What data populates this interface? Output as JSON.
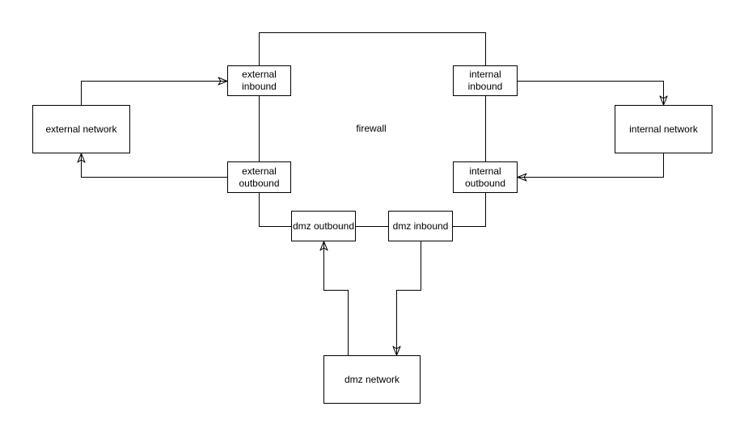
{
  "diagram": {
    "firewall_label": "firewall",
    "colors": {
      "stroke": "#000000",
      "text": "#000000",
      "node_fill": "#ffffff",
      "canvas_background": "#ffffff"
    },
    "nodes": {
      "external_network": {
        "label": "external network"
      },
      "external_inbound": {
        "label": "external inbound"
      },
      "external_outbound": {
        "label": "external outbound"
      },
      "internal_inbound": {
        "label": "internal inbound"
      },
      "internal_outbound": {
        "label": "internal outbound"
      },
      "internal_network": {
        "label": "internal network"
      },
      "dmz_outbound": {
        "label": "dmz outbound"
      },
      "dmz_inbound": {
        "label": "dmz inbound"
      },
      "dmz_network": {
        "label": "dmz network"
      }
    },
    "edges": [
      {
        "from": "external_network",
        "to": "external_inbound",
        "directed": true
      },
      {
        "from": "external_outbound",
        "to": "external_network",
        "directed": true
      },
      {
        "from": "internal_inbound",
        "to": "internal_network",
        "directed": true
      },
      {
        "from": "internal_network",
        "to": "internal_outbound",
        "directed": true
      },
      {
        "from": "dmz_network",
        "to": "dmz_outbound",
        "directed": true
      },
      {
        "from": "dmz_inbound",
        "to": "dmz_network",
        "directed": true
      },
      {
        "from": "external_inbound",
        "to": "internal_inbound",
        "directed": false
      },
      {
        "from": "external_inbound",
        "to": "external_outbound",
        "directed": false
      },
      {
        "from": "internal_inbound",
        "to": "internal_outbound",
        "directed": false
      },
      {
        "from": "external_outbound",
        "to": "dmz_outbound",
        "directed": false
      },
      {
        "from": "internal_outbound",
        "to": "dmz_inbound",
        "directed": false
      },
      {
        "from": "dmz_outbound",
        "to": "dmz_inbound",
        "directed": false
      }
    ]
  }
}
